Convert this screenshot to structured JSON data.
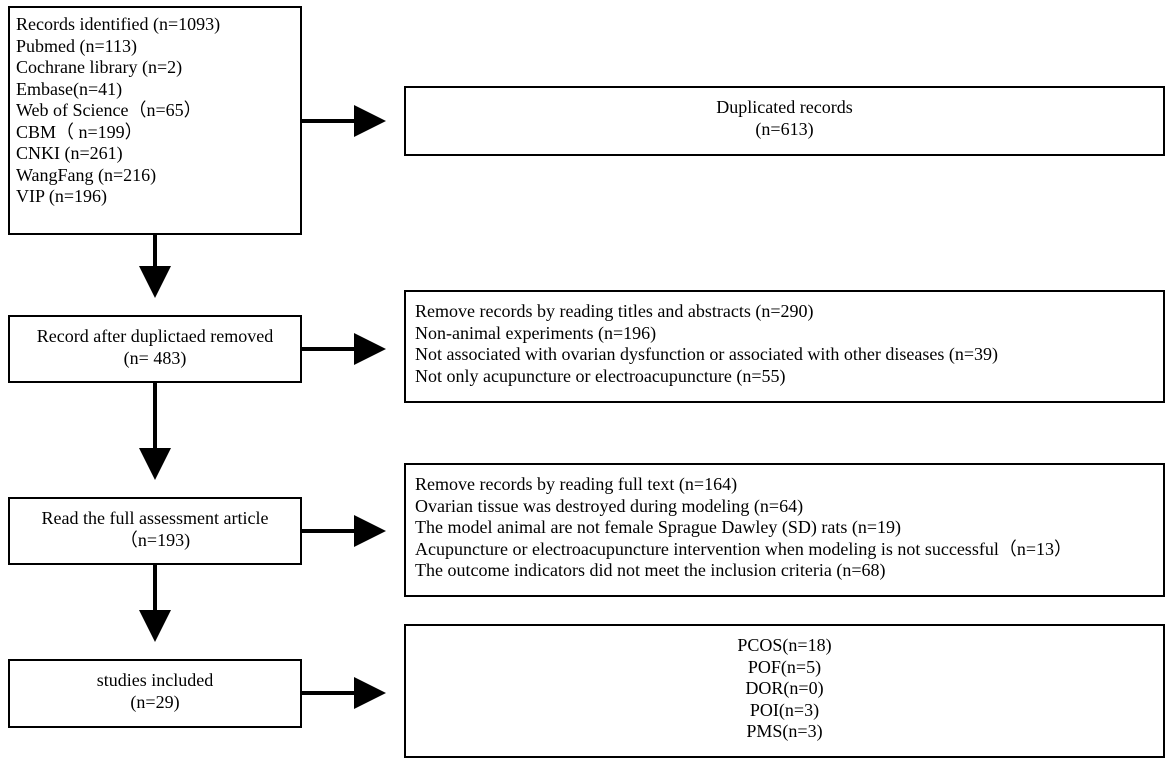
{
  "identification": {
    "lines": [
      "Records identified (n=1093)",
      "Pubmed (n=113)",
      "Cochrane library (n=2)",
      "Embase(n=41)",
      "Web of Science（n=65）",
      "CBM（ n=199）",
      "CNKI (n=261)",
      "WangFang (n=216)",
      "VIP (n=196)"
    ]
  },
  "duplicates": {
    "lines": [
      "Duplicated records",
      "(n=613)"
    ]
  },
  "after_dedup": {
    "lines": [
      "Record after duplictaed removed",
      "(n= 483)"
    ]
  },
  "screen_exclusions": {
    "lines": [
      "Remove records by reading titles and abstracts (n=290)",
      "Non-animal experiments (n=196)",
      "Not associated with ovarian dysfunction or associated with other diseases (n=39)",
      "Not only acupuncture or electroacupuncture (n=55)"
    ]
  },
  "full_text": {
    "lines": [
      "Read the full assessment article",
      "（n=193)"
    ]
  },
  "fulltext_exclusions": {
    "lines": [
      "Remove records by reading full text (n=164)",
      "Ovarian tissue was destroyed during modeling (n=64)",
      "The model animal are not female Sprague Dawley (SD) rats (n=19)",
      "Acupuncture or electroacupuncture intervention when modeling is not successful（n=13）",
      "The outcome indicators did not meet the inclusion criteria (n=68)"
    ]
  },
  "included": {
    "lines": [
      "studies included",
      "(n=29)"
    ]
  },
  "included_breakdown": {
    "lines": [
      "PCOS(n=18)",
      "POF(n=5)",
      "DOR(n=0)",
      "POI(n=3)",
      "PMS(n=3)"
    ]
  },
  "colors": {
    "stroke": "#000000",
    "background": "#ffffff"
  }
}
